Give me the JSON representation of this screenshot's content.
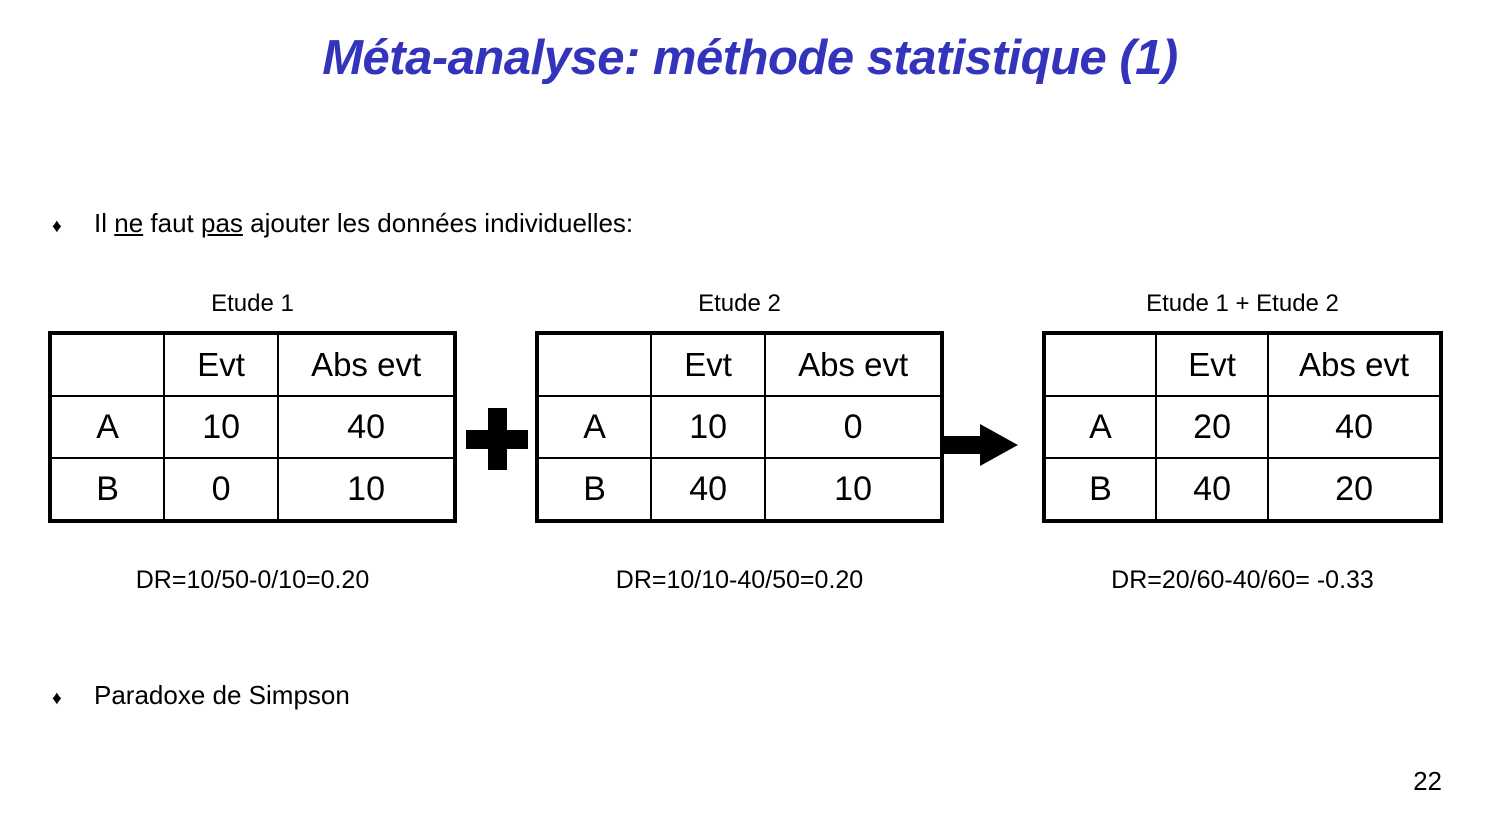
{
  "slide": {
    "title": "Méta-analyse: méthode statistique (1)",
    "title_color": "#3333bb",
    "page_number": "22"
  },
  "bullets": [
    {
      "marker": "♦",
      "text_before": "Il ",
      "underlined_1": "ne",
      "text_mid_1": " faut ",
      "underlined_2": "pas",
      "text_after": " ajouter les données individuelles:"
    },
    {
      "marker": "♦",
      "text": "Paradoxe de Simpson"
    }
  ],
  "operators": {
    "plus": "plus-sign",
    "arrow": "right-arrow"
  },
  "chart_data": {
    "type": "table",
    "title": "Méta-analyse: méthode statistique (1)",
    "columns": [
      "",
      "Evt",
      "Abs evt"
    ],
    "row_labels": [
      "A",
      "B"
    ],
    "tables": [
      {
        "caption": "Etude 1",
        "headers": [
          "",
          "Evt",
          "Abs evt"
        ],
        "rows": [
          {
            "label": "A",
            "evt": "10",
            "abs_evt": "40"
          },
          {
            "label": "B",
            "evt": "0",
            "abs_evt": "10"
          }
        ],
        "dr": "DR=10/50-0/10=0.20",
        "dr_value": 0.2
      },
      {
        "caption": "Etude 2",
        "headers": [
          "",
          "Evt",
          "Abs evt"
        ],
        "rows": [
          {
            "label": "A",
            "evt": "10",
            "abs_evt": "0"
          },
          {
            "label": "B",
            "evt": "40",
            "abs_evt": "10"
          }
        ],
        "dr": "DR=10/10-40/50=0.20",
        "dr_value": 0.2
      },
      {
        "caption": "Etude 1 + Etude 2",
        "headers": [
          "",
          "Evt",
          "Abs evt"
        ],
        "rows": [
          {
            "label": "A",
            "evt": "20",
            "abs_evt": "40"
          },
          {
            "label": "B",
            "evt": "40",
            "abs_evt": "20"
          }
        ],
        "dr": "DR=20/60-40/60= -0.33",
        "dr_value": -0.33
      }
    ]
  }
}
